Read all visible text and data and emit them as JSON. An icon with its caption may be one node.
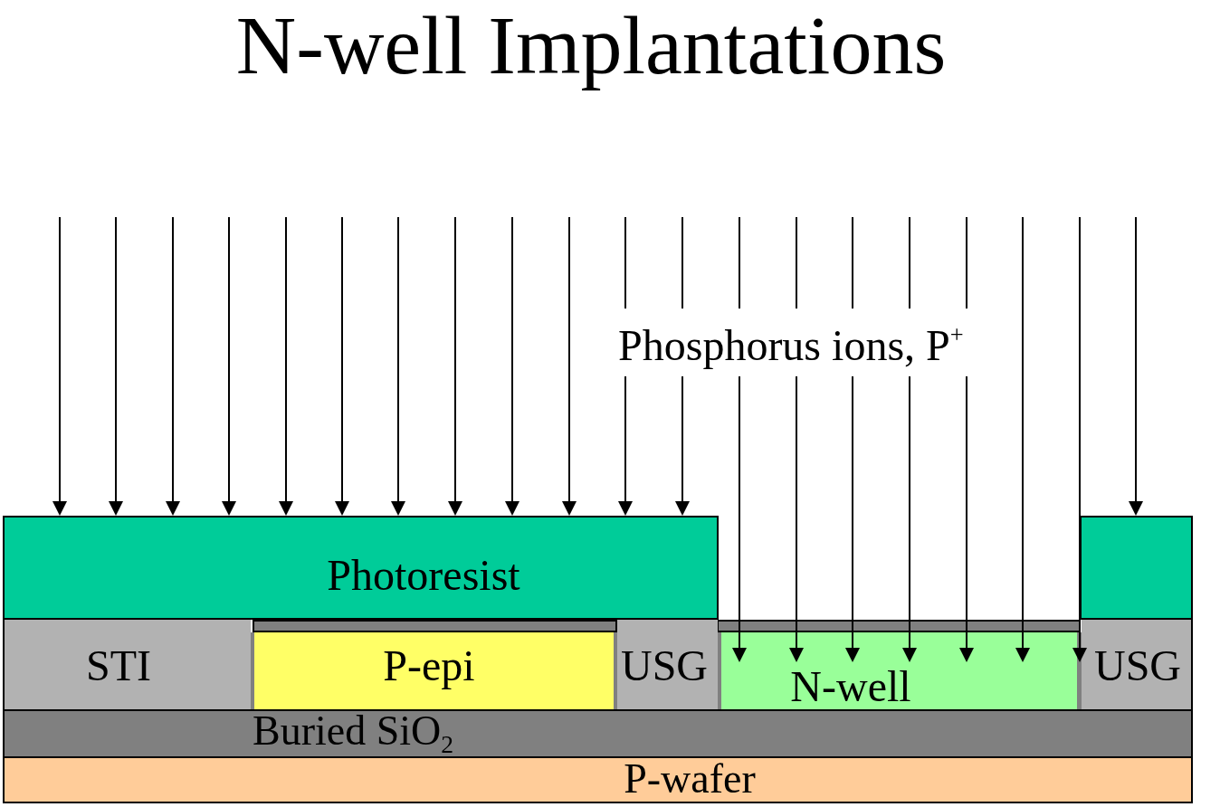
{
  "diagram": {
    "title": "N-well Implantations",
    "nodes": [
      {
        "text": [
          "Photoresist"
        ]
      },
      {
        "text": [],
        "shape": "box"
      },
      {
        "text": [],
        "shape": "box"
      },
      {
        "text": [],
        "shape": "box"
      },
      {
        "text": [
          "STI"
        ]
      },
      {
        "text": [
          "P-epi"
        ]
      },
      {
        "text": [
          "USG"
        ]
      },
      {
        "text": [
          "N-well"
        ]
      },
      {
        "text": [
          "USG"
        ]
      },
      {
        "text": [
          "Buried SiO$_{2}$"
        ]
      },
      {
        "text": [
          "P-wafer"
        ]
      }
    ],
    "labels": [
      "Phosphorus ions, P$^{+}$"
    ]
  }
}
